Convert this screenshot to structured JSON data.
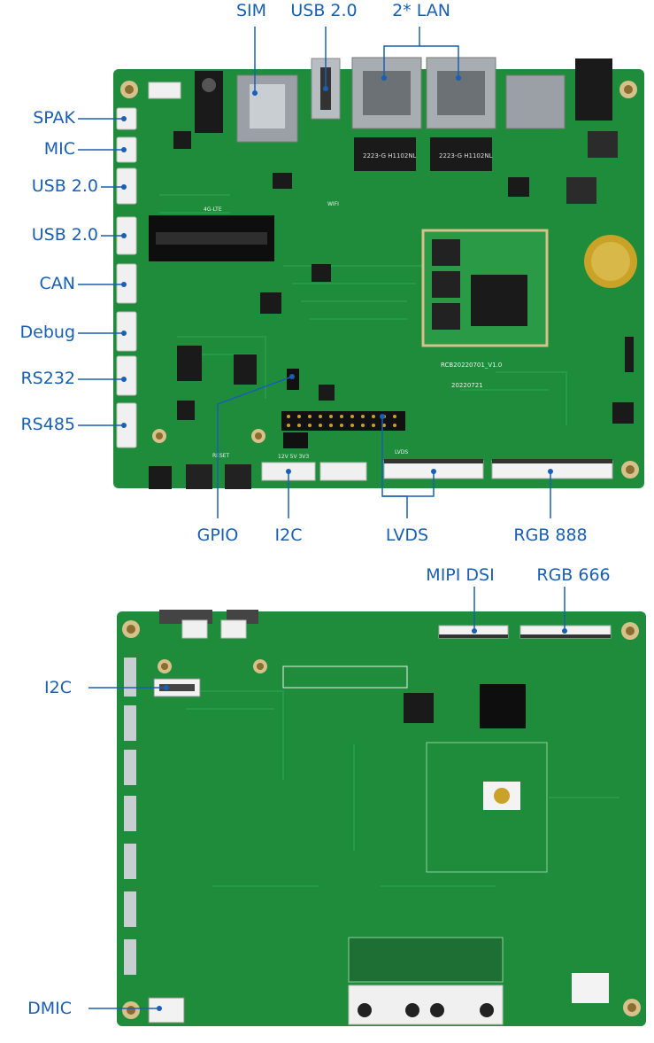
{
  "colors": {
    "pcb": "#1e8c3a",
    "pcb_dark": "#146b2b",
    "silk": "#e9f1ea",
    "chip": "#1a1a1a",
    "connector": "#f0f0f0",
    "metal": "#9aa0a6",
    "callout": "#1a5fb4"
  },
  "front": {
    "top_labels": {
      "sim": "SIM",
      "usb": "USB 2.0",
      "lan": "2* LAN"
    },
    "left_labels": {
      "spak": "SPAK",
      "mic": "MIC",
      "usb_a": "USB 2.0",
      "usb_b": "USB 2.0",
      "can": "CAN",
      "debug": "Debug",
      "rs232": "RS232",
      "rs485": "RS485"
    },
    "bottom_labels": {
      "gpio": "GPIO",
      "i2c": "I2C",
      "lvds": "LVDS",
      "rgb888": "RGB 888"
    },
    "silk": {
      "board_id": "RCB20220701_V1.0",
      "date": "20220721",
      "rj45_a": "2223-G  H1102NL",
      "rj45_b": "2223-G  H1102NL",
      "lvds": "LVDS",
      "reset": "RESET",
      "volt": "12V 5V 3V3",
      "wifi": "WIFI",
      "lte": "4G-LTE"
    }
  },
  "back": {
    "top_labels": {
      "mipi": "MIPI DSI",
      "rgb666": "RGB 666"
    },
    "left_labels": {
      "i2c": "I2C",
      "dmic": "DMIC"
    }
  }
}
